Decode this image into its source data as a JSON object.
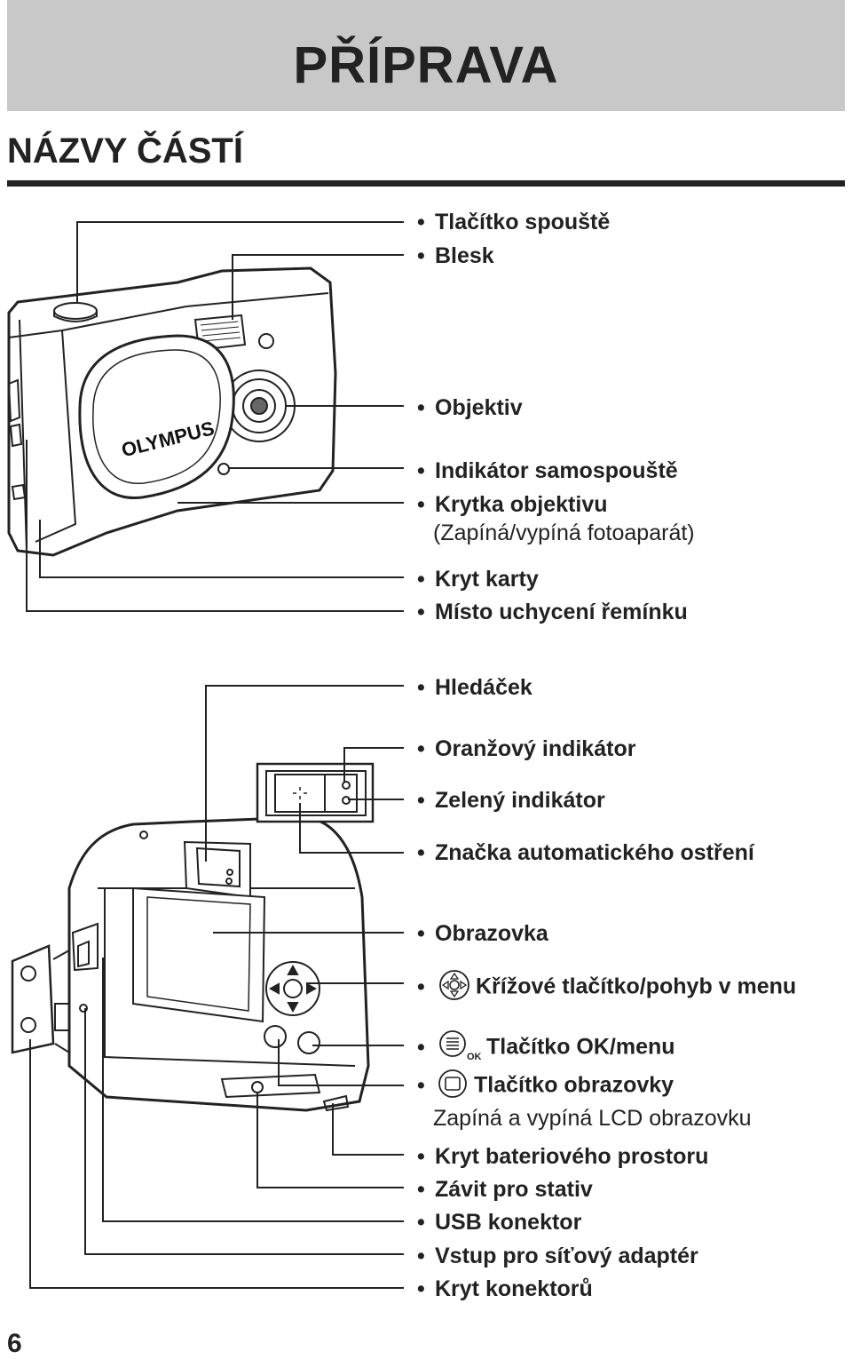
{
  "header": {
    "title": "PŘÍPRAVA"
  },
  "section": {
    "title": "NÁZVY ČÁSTÍ"
  },
  "page_number": "6",
  "brand": {
    "logo_text": "OLYMPUS"
  },
  "front_labels": [
    "Tlačítko spouště",
    "Blesk",
    "Objektiv",
    "Indikátor samospouště",
    "Krytka objektivu",
    "(Zapíná/vypíná fotoaparát)",
    "Kryt karty",
    "Místo uchycení řemínku"
  ],
  "back_labels": [
    "Hledáček",
    "Oranžový indikátor",
    "Zelený indikátor",
    "Značka automatického ostření",
    "Obrazovka",
    "Křížové tlačítko/pohyb v menu",
    "Tlačítko OK/menu",
    "Tlačítko obrazovky",
    "Zapíná a vypíná LCD obrazovku",
    "Kryt bateriového prostoru",
    "Závit pro stativ",
    "USB konektor",
    "Vstup pro síťový adaptér",
    "Kryt konektorů"
  ],
  "icons": {
    "arrow_pad": "arrow-pad-icon",
    "ok_menu": "ok-menu-icon",
    "ok_subscript": "OK",
    "monitor": "monitor-icon"
  }
}
